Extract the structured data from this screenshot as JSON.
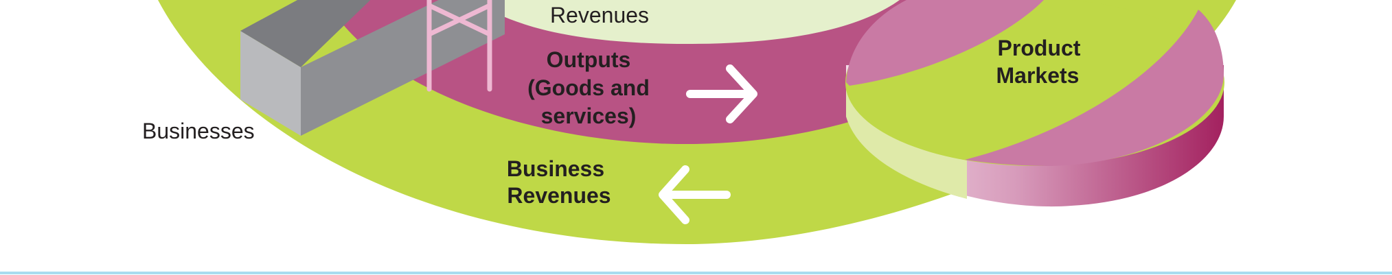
{
  "labels": {
    "revenues": "Revenues",
    "businesses": "Businesses",
    "outputs_line1": "Outputs",
    "outputs_line2": "(Goods and",
    "outputs_line3": "services)",
    "business_revenues_line1": "Business",
    "business_revenues_line2": "Revenues",
    "product_markets_line1": "Product",
    "product_markets_line2": "Markets"
  },
  "colors": {
    "lime": "#bfd847",
    "pale_green": "#e5f0cc",
    "magenta": "#b85384",
    "light_magenta": "#c97aa4",
    "building_gray": "#8e8f93",
    "building_light": "#b9babd",
    "tower_pink": "#eeb8d2",
    "rule_blue": "#a8dcef",
    "text_dark": "#231f20"
  },
  "icons": {
    "outputs_arrow": "arrow-right-icon",
    "revenues_arrow": "arrow-left-icon",
    "businesses_building": "factory-building-icon",
    "power_tower": "transmission-tower-icon",
    "product_markets_disc": "market-disc-icon"
  }
}
